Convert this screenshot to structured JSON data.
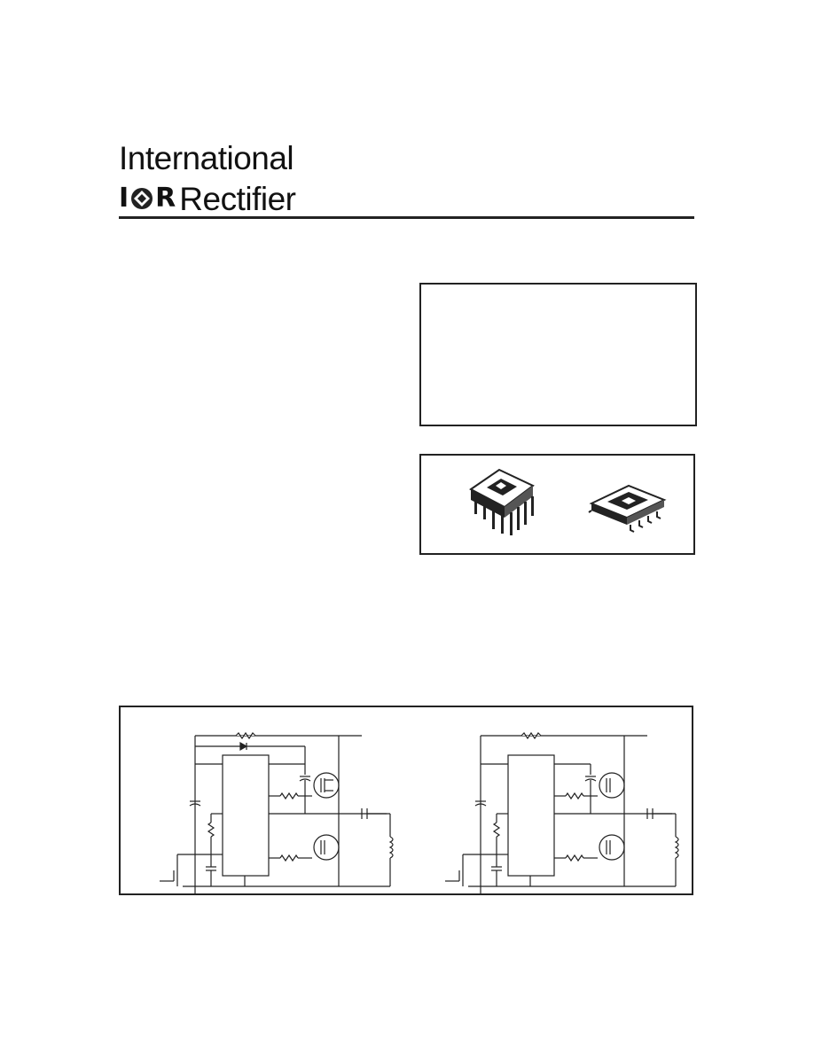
{
  "header": {
    "company_line1": "International",
    "logo_letters": [
      "I",
      "R"
    ],
    "company_line2": "Rectifier"
  },
  "icons": {
    "logo_mark": "ior-logo-icon",
    "dip_package": "dip8-package-icon",
    "soic_package": "soic8-package-icon",
    "circuit_left": "half-bridge-schematic-icon",
    "circuit_right": "half-bridge-schematic-icon"
  },
  "colors": {
    "ink": "#222222",
    "background": "#ffffff"
  }
}
